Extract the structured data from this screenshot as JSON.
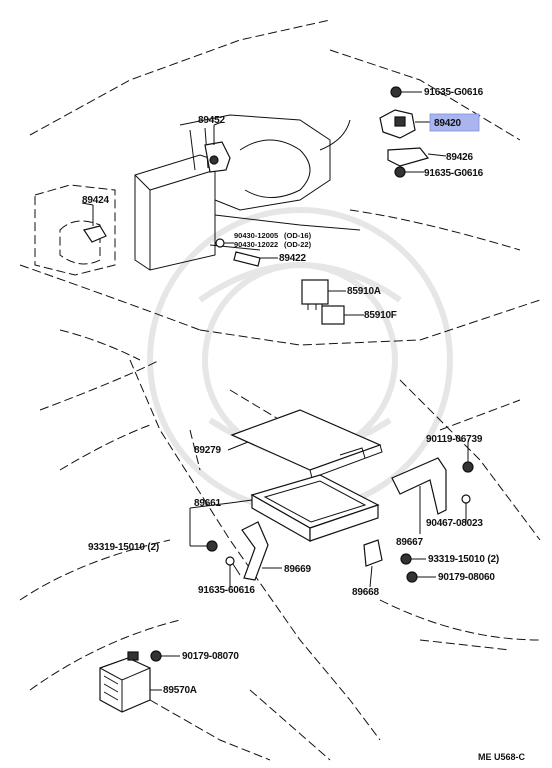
{
  "diagram": {
    "labels": {
      "p91635_top": "91635-G0616",
      "p89420": "89420",
      "p89426": "89426",
      "p91635_bot": "91635-G0616",
      "p89452": "89452",
      "p89424": "89424",
      "p90430_a": "90430-12005",
      "p90430_a_note": "(OD-16)",
      "p90430_b": "90430-12022",
      "p90430_b_note": "(OD-22)",
      "p89422": "89422",
      "p85910A": "85910A",
      "p85910F": "85910F",
      "p90119": "90119-06739",
      "p89279": "89279",
      "p89661": "89661",
      "p90467": "90467-08023",
      "p89667": "89667",
      "p93319_left": "93319-15010 (2)",
      "p93319_right": "93319-15010 (2)",
      "p89669": "89669",
      "p90179_a": "90179-08060",
      "p91635_60616": "91635-60616",
      "p89668": "89668",
      "p90179_b": "90179-08070",
      "p89570A": "89570A"
    },
    "highlight_color": "#aab4ee",
    "diagram_code": "ME  U568-C"
  }
}
